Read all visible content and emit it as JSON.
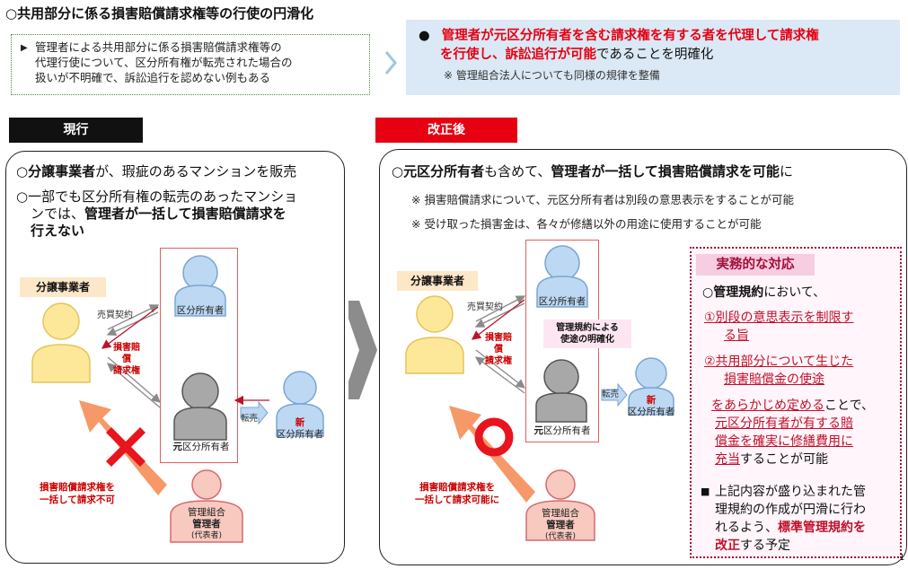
{
  "title": "○共用部分に係る損害賠償請求権等の行使の円滑化",
  "problem": {
    "marker": "▶",
    "lines": [
      "管理者による共用部分に係る損害賠償請求権等の",
      "代理行使について、区分所有権が転売された場合の",
      "扱いが不明確で、訴訟追行を認めない例もある"
    ]
  },
  "solution": {
    "bullet": "●",
    "line1": "管理者が元区分所有者を含む請求権を有する者を代理して請求権",
    "line2_red": "を行使し、訴訟追行が可能",
    "line2_rest": "であることを明確化",
    "note": "※ 管理組合法人についても同様の規律を整備"
  },
  "current": {
    "header": "現行",
    "l1_pre": "○",
    "l1_bold": "分譲事業者",
    "l1_rest": "が、瑕疵のあるマンションを販売",
    "l2": "○一部でも区分所有権の転売のあったマンショ",
    "l3_pre": "ンでは、",
    "l3_bold": "管理者が一括して損害賠償請求を",
    "l4_bold": "行えない",
    "developer": "分譲事業者",
    "sales": "売買契約",
    "claim_l1": "損害賠",
    "claim_l2": "償",
    "claim_l3": "請求権",
    "owner_top": "区分所有者",
    "owner_former_prefix": "元",
    "owner_former": "区分所有者",
    "resale": "転売",
    "new_prefix": "新",
    "new_owner": "区分所有者",
    "assoc": "管理組合",
    "manager": "管理者",
    "rep": "(代表者)",
    "fail_l1": "損害賠償請求権を",
    "fail_l2": "一括して請求不可"
  },
  "revised": {
    "header": "改正後",
    "l1_pre": "○",
    "l1_bold1": "元区分所有者",
    "l1_mid": "も含めて、",
    "l1_bold2": "管理者が一括して損害賠償請求を可能",
    "l1_end": "に",
    "note1": "※ 損害賠償請求について、元区分所有者は別段の意思表示をすることが可能",
    "note2": "※ 受け取った損害金は、各々が修繕以外の用途に使用することが可能",
    "developer": "分譲事業者",
    "sales": "売買契約",
    "claim_l1": "損害賠",
    "claim_l2": "償",
    "claim_l3": "請求権",
    "owner_top": "区分所有者",
    "clarify_l1": "管理規約による",
    "clarify_l2": "使途の明確化",
    "owner_former_prefix": "元",
    "owner_former": "区分所有者",
    "resale": "転売",
    "new_prefix": "新",
    "new_owner": "区分所有者",
    "assoc": "管理組合",
    "manager": "管理者",
    "rep": "(代表者)",
    "ok_l1": "損害賠償請求権を",
    "ok_l2": "一括して請求可能に"
  },
  "practical": {
    "title": "実務的な対応",
    "p1_pre": "○",
    "p1_bold": "管理規約",
    "p1_rest": "において、",
    "i1_l1": "①別段の意思表示を制限す",
    "i1_l2": "る旨",
    "i2_l1": "②共用部分について生じた",
    "i2_l2": "損害賠償金の使途",
    "p2_l1_ul": "をあらかじめ定める",
    "p2_l1_rest": "ことで、",
    "p2_l2": "元区分所有者が有する賠",
    "p2_l3": "償金を確実に修繕費用に",
    "p2_l4_ul": "充当",
    "p2_l4_rest": "することが可能",
    "b_mark": "■",
    "b_l1": "上記内容が盛り込まれた管",
    "b_l2": "理規約の作成が円滑に行わ",
    "b_l3": "れるよう、",
    "b_l3_bold": "標準管理規約を",
    "b_l4_bold": "改正",
    "b_l4_rest": "する予定"
  },
  "page_number": "1",
  "colors": {
    "red": "#e60012",
    "dark_red": "#a0103a",
    "person_yellow": "#fde89a",
    "person_blue": "#bcd8f3",
    "person_gray": "#a8a8a8",
    "person_pink": "#f7c9bf",
    "arrow_orange": "#f79868",
    "cross_red": "#e8141e"
  }
}
